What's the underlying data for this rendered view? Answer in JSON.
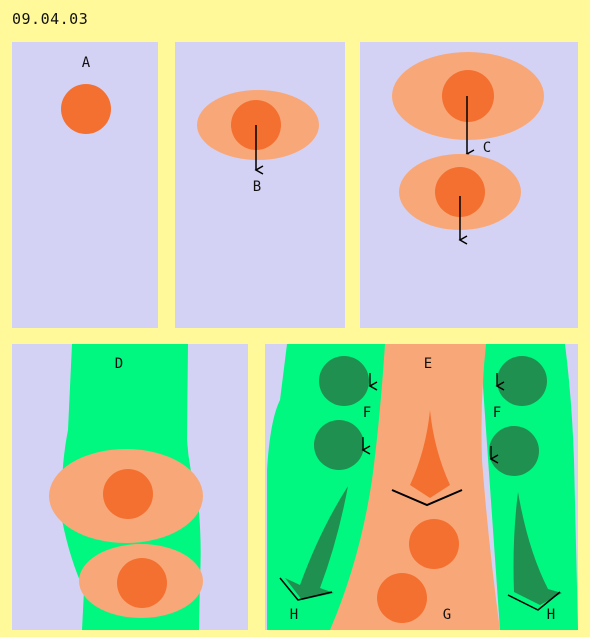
{
  "date": "09.04.03",
  "labels": {
    "a": "A",
    "b": "B",
    "c": "C",
    "d": "D",
    "e": "E",
    "f": "F",
    "g": "G",
    "h": "H"
  },
  "colors": {
    "background": "#fff99a",
    "panel": "#d4d2f4",
    "cell_outer": "#f8a878",
    "cell_nucleus": "#f47030",
    "green_light": "#00f880",
    "green_dark": "#209050",
    "arrow": "#000000"
  }
}
